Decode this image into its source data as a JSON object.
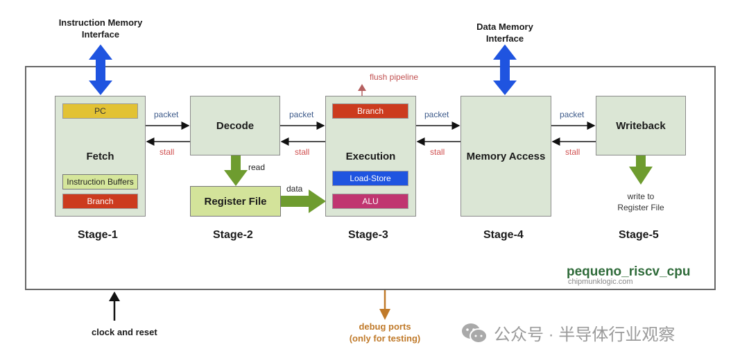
{
  "interfaces": {
    "instruction_memory": "Instruction Memory\nInterface",
    "data_memory": "Data Memory\nInterface"
  },
  "stages": [
    {
      "name": "Fetch",
      "label": "Stage-1",
      "sub_blocks": [
        "PC",
        "Instruction Buffers",
        "Branch"
      ]
    },
    {
      "name": "Decode",
      "label": "Stage-2",
      "sub_blocks": []
    },
    {
      "name": "Execution",
      "label": "Stage-3",
      "sub_blocks": [
        "Branch",
        "Load-Store",
        "ALU"
      ]
    },
    {
      "name": "Memory Access",
      "label": "Stage-4",
      "sub_blocks": []
    },
    {
      "name": "Writeback",
      "label": "Stage-5",
      "sub_blocks": []
    }
  ],
  "register_file": "Register File",
  "links": {
    "packet": "packet",
    "stall": "stall",
    "read": "read",
    "data": "data",
    "flush": "flush pipeline",
    "write_to_rf_1": "write to",
    "write_to_rf_2": "Register File"
  },
  "module_name": "pequeno_riscv_cpu",
  "credit": "chipmunklogic.com",
  "clock_reset": "clock and reset",
  "debug_1": "debug ports",
  "debug_2": "(only for testing)",
  "watermark": "公众号 · 半导体行业观察",
  "colors": {
    "memory_arrow": "#1f54e0",
    "green_arrow": "#6e9c2f",
    "debug": "#c07a2a",
    "module_name": "#2f6b3a",
    "flush": "#b56060"
  }
}
